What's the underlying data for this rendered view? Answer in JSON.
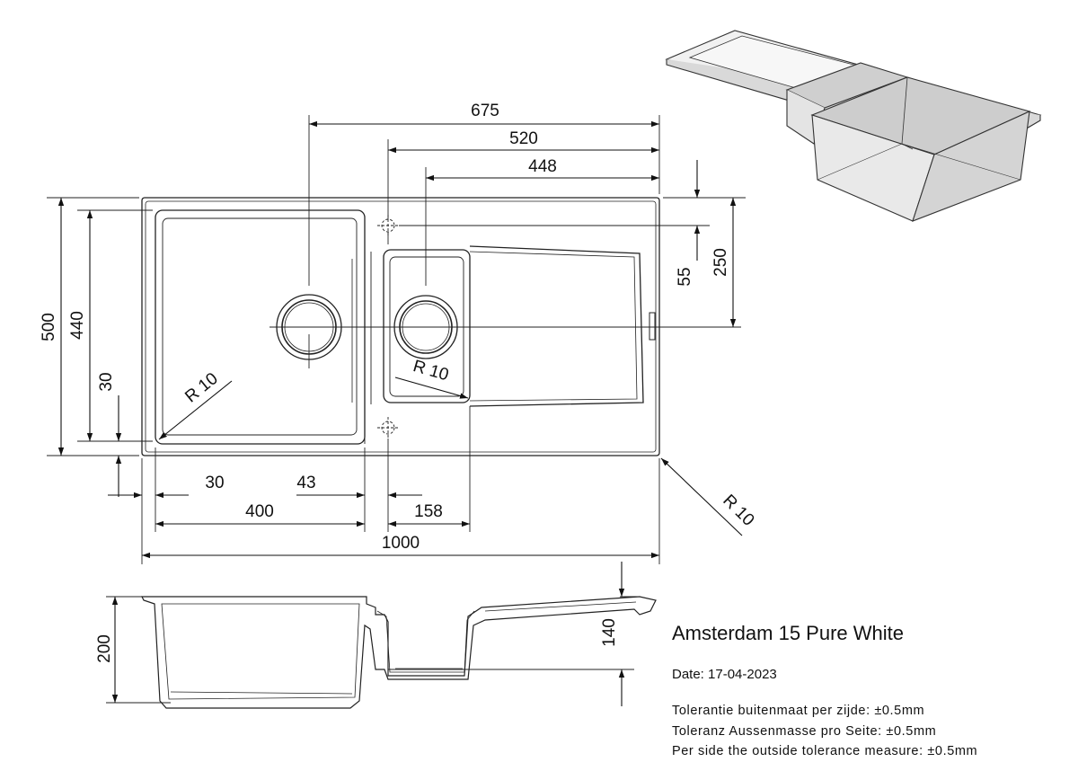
{
  "product": {
    "title": "Amsterdam 15 Pure White",
    "date": "Date: 17-04-2023"
  },
  "tolerances": [
    "Tolerantie buitenmaat per zijde: ±0.5mm",
    "Toleranz Aussenmasse pro Seite: ±0.5mm",
    "Per side the outside tolerance measure: ±0.5mm"
  ],
  "dimensions": {
    "d675": "675",
    "d520": "520",
    "d448": "448",
    "d55": "55",
    "d250": "250",
    "d500": "500",
    "d440": "440",
    "d30_left": "30",
    "d30_bottom": "30",
    "d43": "43",
    "d400": "400",
    "d158": "158",
    "d1000": "1000",
    "d200": "200",
    "d140": "140",
    "radius_large_bowl": "R 10",
    "radius_small_bowl": "R 10",
    "radius_outer": "R 10"
  }
}
